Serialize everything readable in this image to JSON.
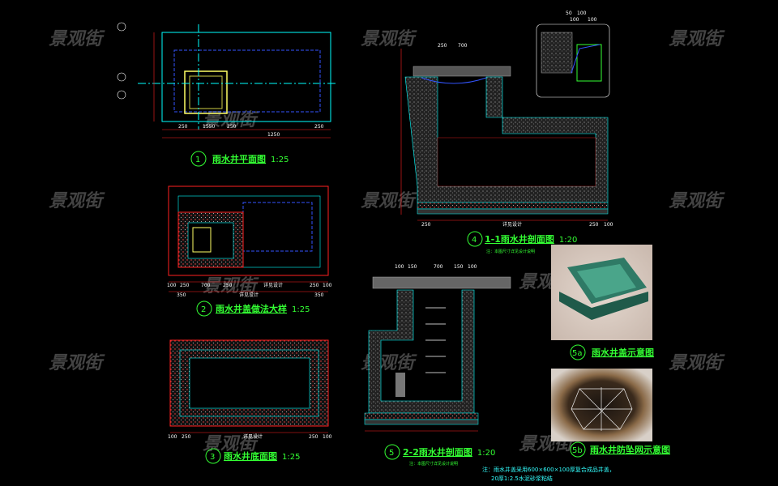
{
  "watermark": "景观街",
  "views": [
    {
      "num": "1",
      "title": "雨水井平面图",
      "scale": "1:25",
      "dims": [
        "250",
        "1550",
        "250",
        "1250",
        "250"
      ]
    },
    {
      "num": "2",
      "title": "雨水井盖做法大样",
      "scale": "1:25",
      "dims": [
        "100",
        "250",
        "700",
        "250",
        "详见设计",
        "250",
        "100",
        "350",
        "详见设计",
        "350"
      ]
    },
    {
      "num": "3",
      "title": "雨水井底面图",
      "scale": "1:25",
      "dims": [
        "100",
        "250",
        "详见设计",
        "250",
        "100"
      ]
    },
    {
      "num": "4",
      "title": "1-1雨水井剖面图",
      "scale": "1:20",
      "note": "注：本图尺寸详见设计说明",
      "dims": [
        "250",
        "700",
        "250",
        "详见设计",
        "250",
        "100"
      ]
    },
    {
      "num": "5",
      "title": "2-2雨水井剖面图",
      "scale": "1:20",
      "note": "注：本图尺寸详见设计说明",
      "dims": [
        "100",
        "150",
        "700",
        "150",
        "100"
      ]
    }
  ],
  "photos": [
    {
      "num": "5a",
      "title": "雨水井盖示意图"
    },
    {
      "num": "5b",
      "title": "雨水井防坠网示意图"
    }
  ],
  "detail_dims": [
    "50",
    "100",
    "100",
    "100"
  ],
  "general_note": {
    "line1": "注：雨水井盖采用600×600×100厚复合成品井盖，",
    "line2": "20厚1:2.5水泥砂浆粘结"
  },
  "colors": {
    "cyan": "#00ffff",
    "red": "#ff2020",
    "green": "#33ff33",
    "hatch": "#9a9a9a"
  }
}
